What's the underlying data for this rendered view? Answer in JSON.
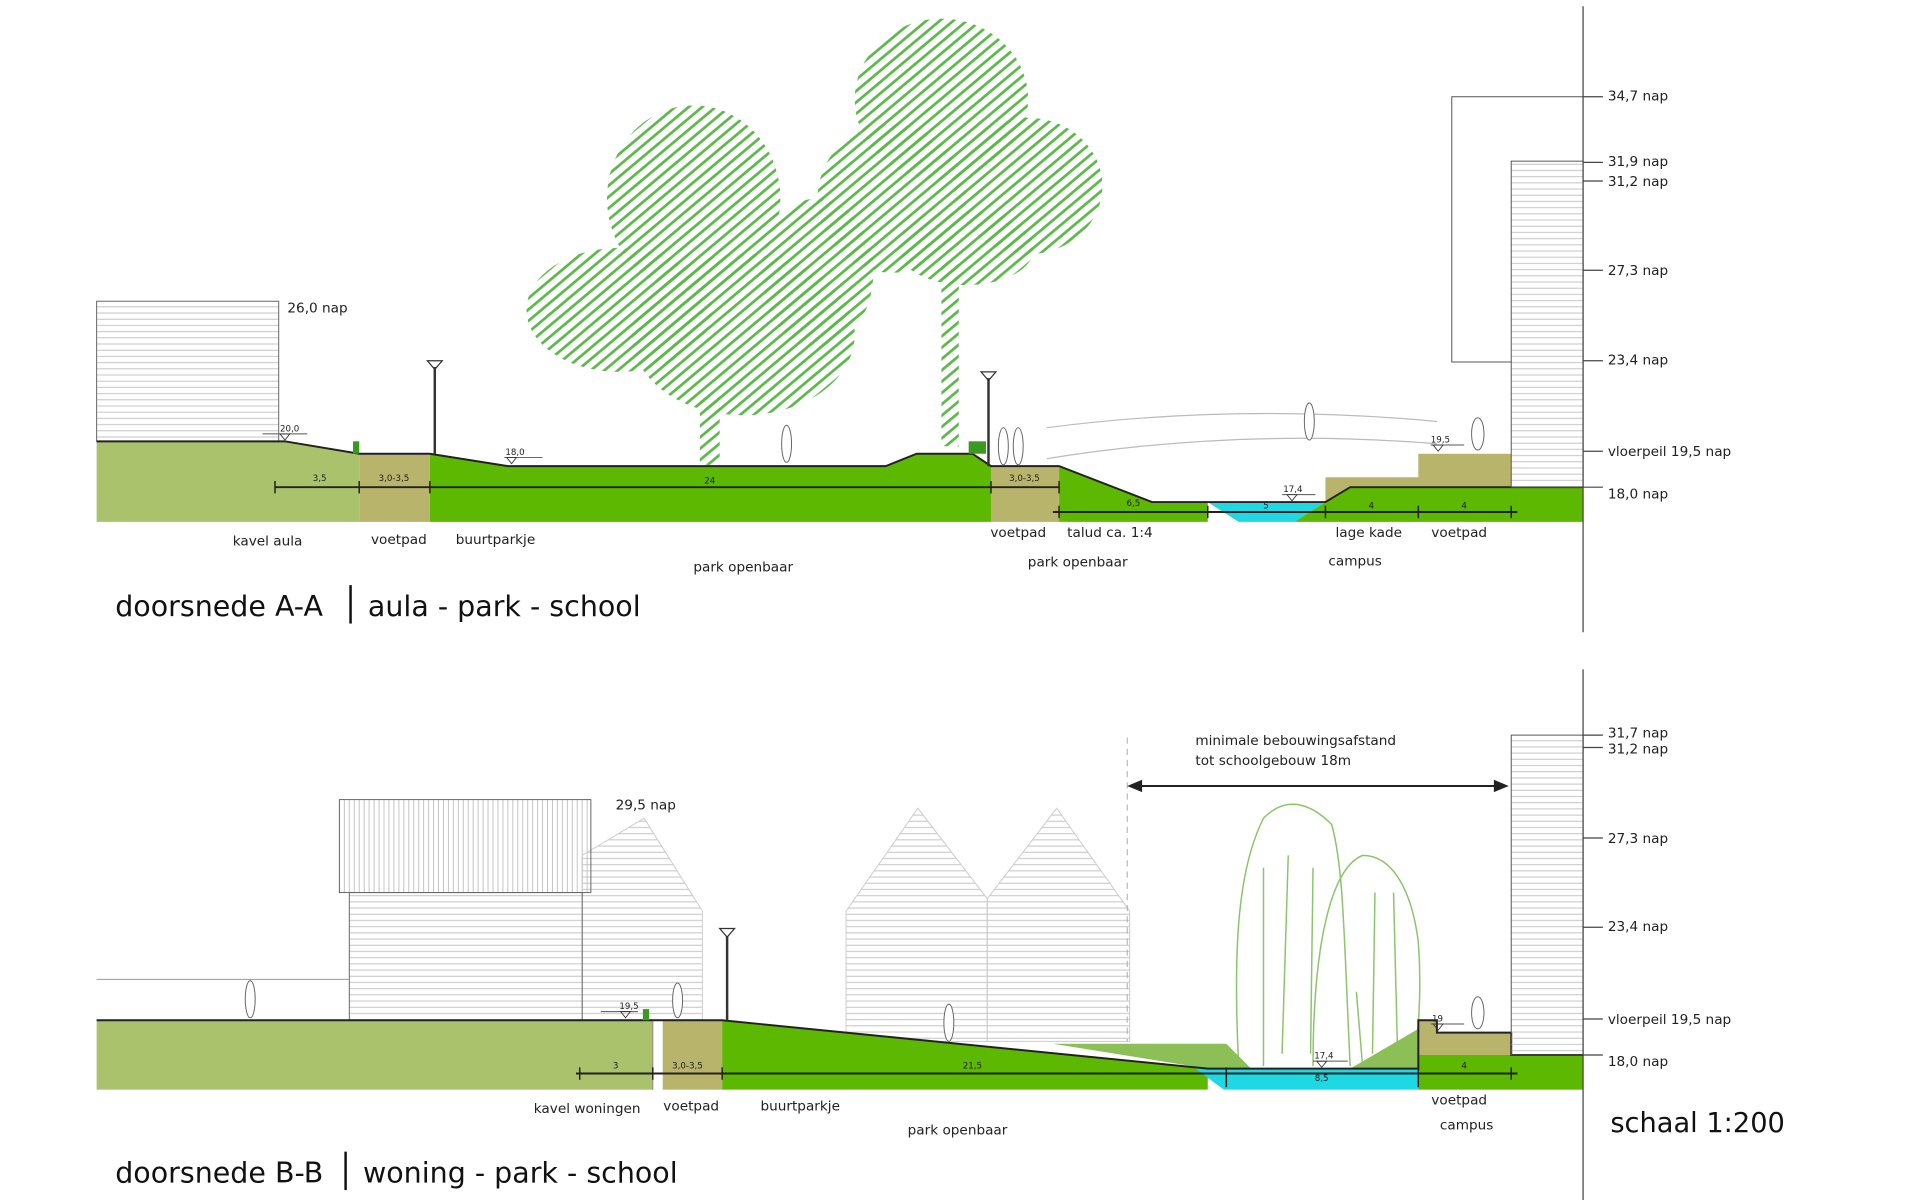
{
  "colors": {
    "park_green": "#5cb800",
    "plot_olive": "#a9c26b",
    "path_tan": "#b9b46c",
    "water": "#1ed8e4",
    "tree_green": "#5cb84a",
    "plants_green": "#8cbf55"
  },
  "section_a": {
    "title": "doorsnede A-A",
    "subtitle": "aula - park - school",
    "labels": [
      "kavel aula",
      "voetpad",
      "buurtparkje",
      "park openbaar",
      "voetpad",
      "talud ca. 1:4",
      "park openbaar",
      "lage kade",
      "voetpad",
      "campus"
    ],
    "dimensions": [
      "3,5",
      "3,0-3,5",
      "24",
      "3,0-3,5",
      "6,5",
      "5",
      "4",
      "4"
    ],
    "spot_levels": [
      "26,0 nap",
      "20,0",
      "18,0",
      "17,4",
      "19,5"
    ],
    "elevations": [
      "34,7 nap",
      "31,9 nap",
      "31,2 nap",
      "27,3 nap",
      "23,4 nap",
      "vloerpeil 19,5 nap",
      "18,0 nap"
    ]
  },
  "section_b": {
    "title": "doorsnede B-B",
    "subtitle": "woning - park - school",
    "labels": [
      "kavel woningen",
      "voetpad",
      "buurtparkje",
      "park openbaar",
      "voetpad",
      "campus"
    ],
    "dimensions": [
      "3",
      "3,0-3,5",
      "21,5",
      "8,5",
      "4"
    ],
    "spot_levels": [
      "29,5 nap",
      "19,5",
      "17,4",
      "19"
    ],
    "annotation": [
      "minimale bebouwingsafstand",
      "tot schoolgebouw 18m"
    ],
    "elevations": [
      "31,7 nap",
      "31,2 nap",
      "27,3 nap",
      "23,4 nap",
      "vloerpeil 19,5 nap",
      "18,0 nap"
    ]
  },
  "scale": "schaal 1:200"
}
